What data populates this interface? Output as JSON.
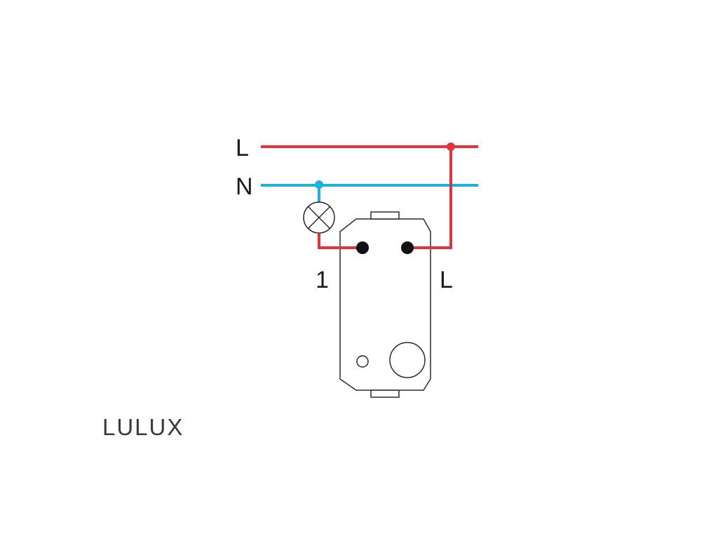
{
  "diagram": {
    "labels": {
      "line_bus": "L",
      "neutral_bus": "N",
      "terminal_1": "1",
      "terminal_l": "L"
    },
    "brand": "LULUX",
    "colors": {
      "live": "#e3323b",
      "neutral": "#1fb0e0",
      "outline": "#2b2b2b",
      "terminal": "#111111"
    },
    "icons": {
      "lamp": "lamp-symbol-circle-x"
    }
  }
}
